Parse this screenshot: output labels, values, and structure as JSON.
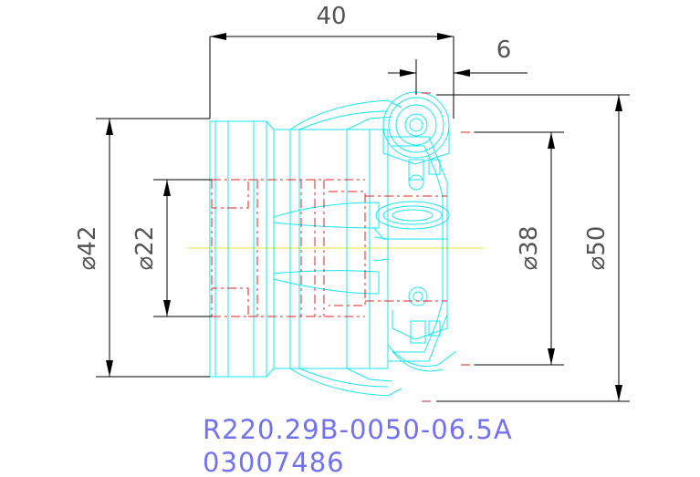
{
  "dimensions": {
    "length": "40",
    "offset": "6",
    "dia_42": "⌀42",
    "dia_22": "⌀22",
    "dia_38": "⌀38",
    "dia_50": "⌀50"
  },
  "part": {
    "designation": "R220.29B-0050-06.5A",
    "article_number": "03007486"
  },
  "colors": {
    "dimension_lines": "#000000",
    "outline": "#19e6ef",
    "hidden_lines": "#e02020",
    "centerline": "#e8e040",
    "code_text": "#7272f0"
  }
}
